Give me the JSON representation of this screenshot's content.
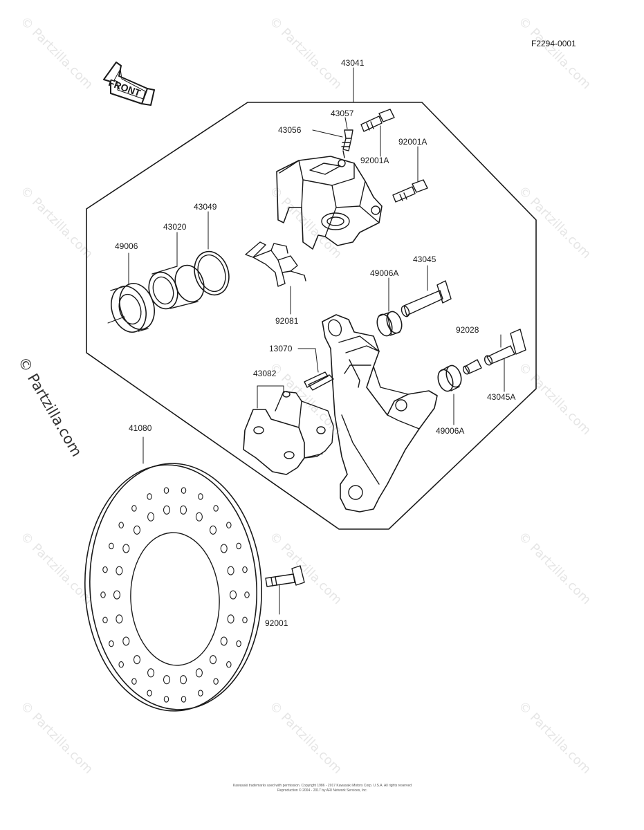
{
  "diagram": {
    "code": "F2294-0001",
    "front_label": "FRONT",
    "watermark": "© Partzilla.com",
    "footer": {
      "line1": "Kawasaki trademarks used with permission. Copyright 1986 - 2017 Kawasaki Motors Corp. U.S.A. All rights reserved",
      "line2": "Reproduction © 2004 - 2017 by ARI Network Services, Inc."
    },
    "parts": {
      "p43041": "43041",
      "p43057": "43057",
      "p43056": "43056",
      "p92001A_top": "92001A",
      "p92001A_mid": "92001A",
      "p43049": "43049",
      "p43020": "43020",
      "p49006": "49006",
      "p92081": "92081",
      "p49006A_top": "49006A",
      "p43045": "43045",
      "p92028": "92028",
      "p13070": "13070",
      "p43082": "43082",
      "p43045A": "43045A",
      "p49006A_bot": "49006A",
      "p41080": "41080",
      "p92001": "92001"
    }
  }
}
